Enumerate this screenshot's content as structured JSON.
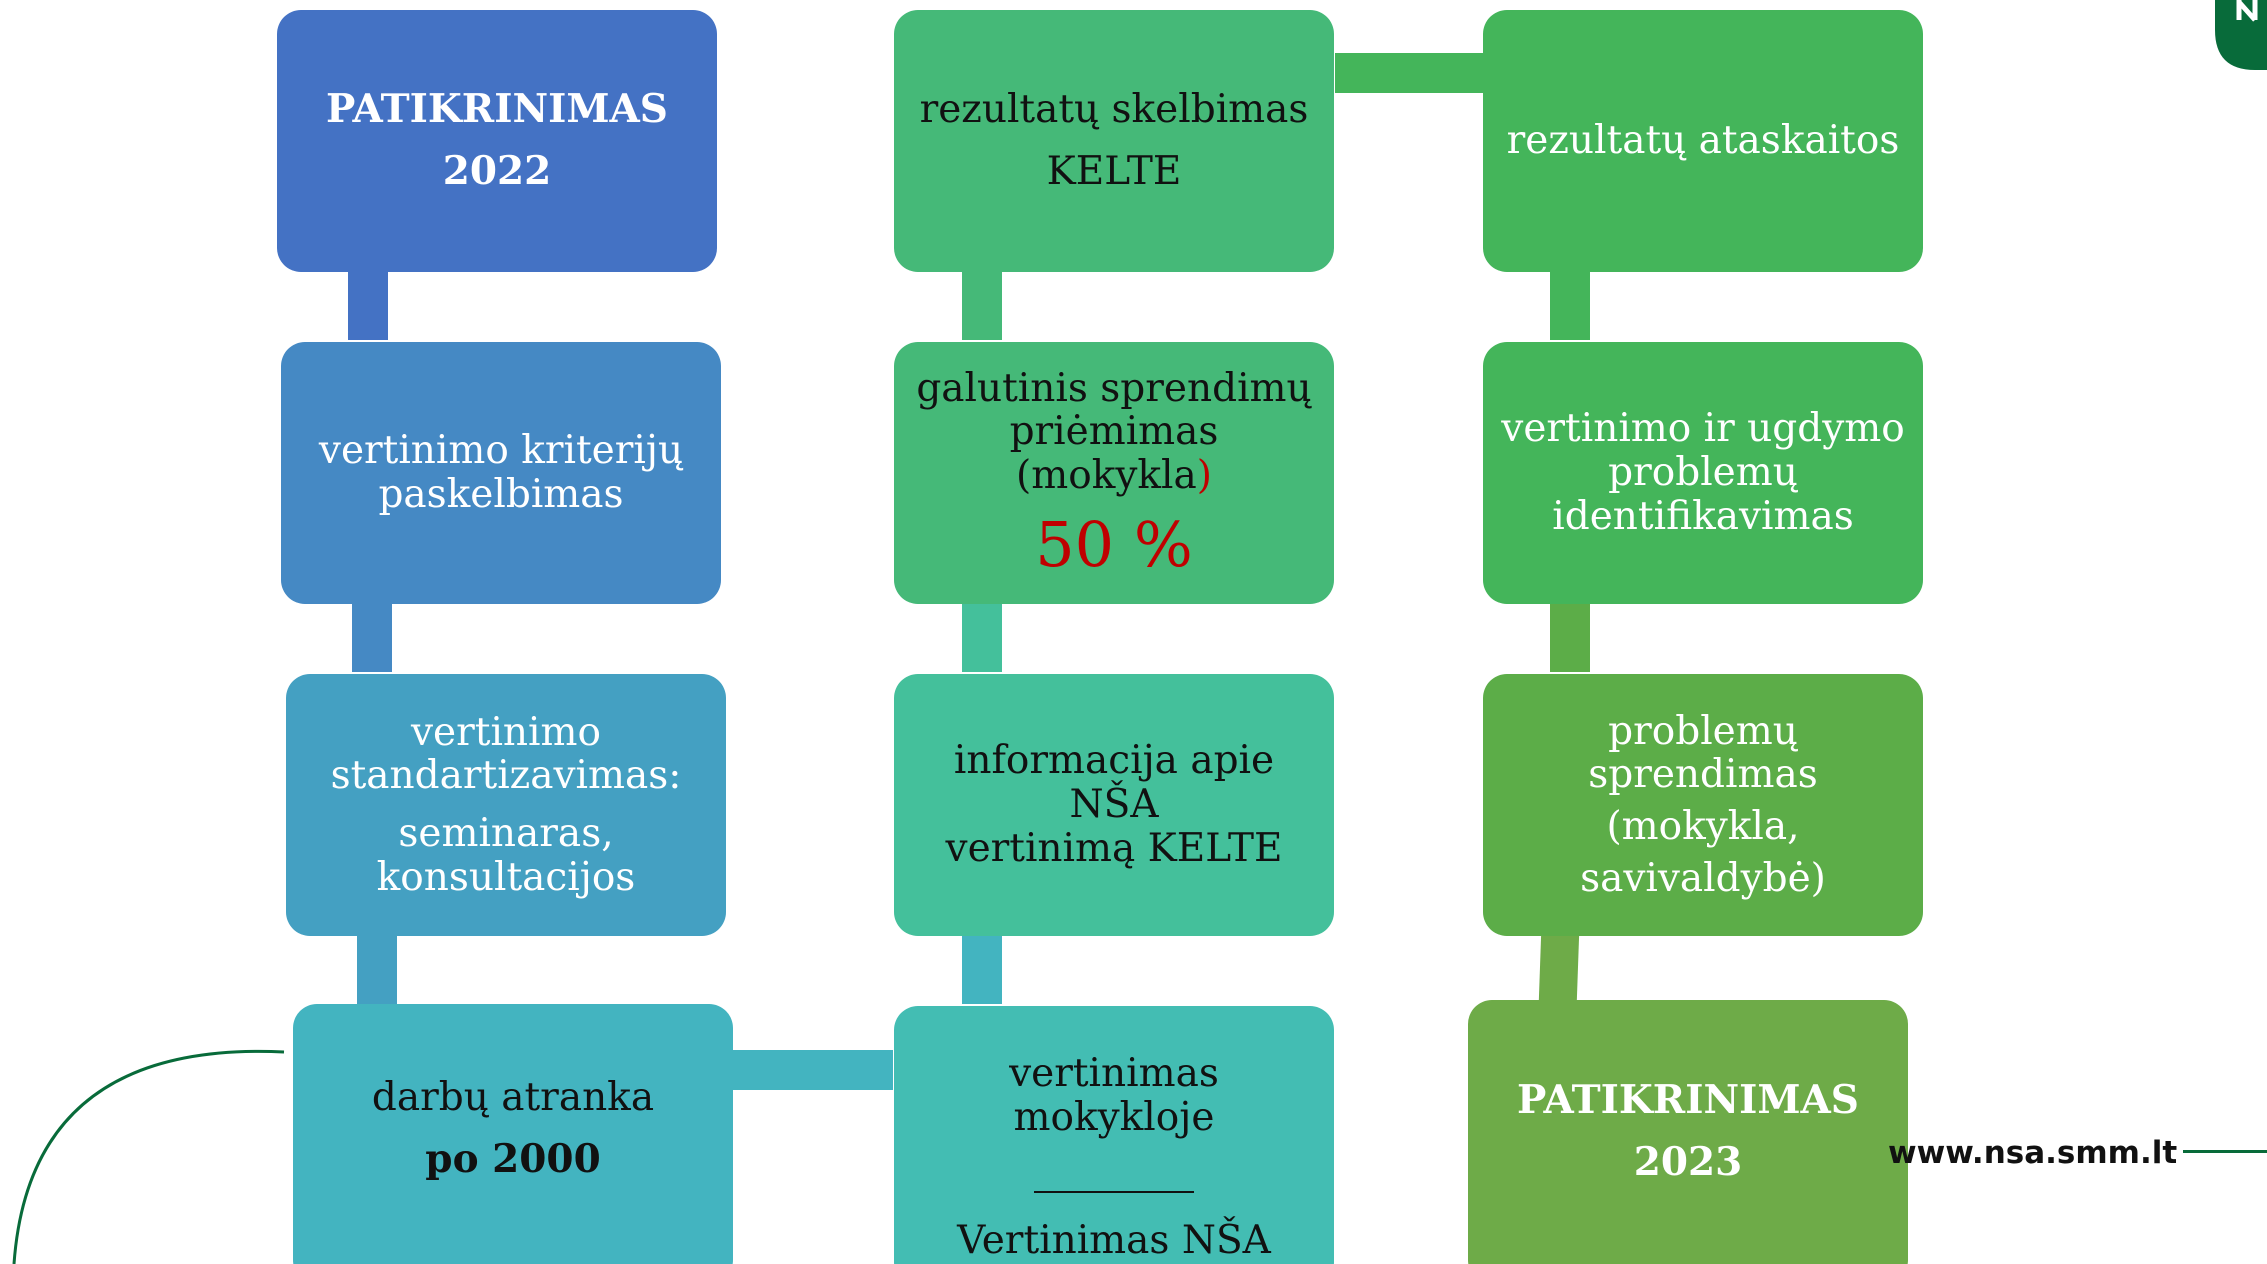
{
  "url": "www.nsa.smm.lt",
  "colors": {
    "blue_dark": "#4472c4",
    "blue_mid": "#4589c4",
    "blue_teal": "#44a0c2",
    "teal": "#43b4c0",
    "teal_green": "#44c09b",
    "green_mid": "#45b978",
    "green": "#44b55a",
    "green_light": "#5cad48",
    "olive_green": "#6eab48",
    "accent_red": "#c00000",
    "brand_green": "#086b3a"
  },
  "column1": {
    "box1": {
      "line1": "PATIKRINIMAS",
      "line2": "2022"
    },
    "box2": {
      "line1": "vertinimo kriterijų",
      "line2": "paskelbimas"
    },
    "box3": {
      "line1": "vertinimo",
      "line2": "standartizavimas:",
      "line3": "seminaras,",
      "line4": "konsultacijos"
    },
    "box4": {
      "line1": "darbų atranka",
      "line2": "po 2000"
    }
  },
  "column2": {
    "box1": {
      "line1": "rezultatų skelbimas",
      "line2": "KELTE"
    },
    "box2": {
      "line1": "galutinis sprendimų",
      "line2": "priėmimas (mokykla",
      "line2_end": ")",
      "highlight": "50 %"
    },
    "box3": {
      "line1": "informacija apie NŠA",
      "line2": "vertinimą KELTE"
    },
    "box4": {
      "line1": "vertinimas mokykloje",
      "line2": "Vertinimas NŠA"
    }
  },
  "column3": {
    "box1": {
      "line1": "rezultatų ataskaitos"
    },
    "box2": {
      "line1": "vertinimo ir ugdymo",
      "line2": "problemų",
      "line3": "identifikavimas"
    },
    "box3": {
      "line1": "problemų sprendimas",
      "line2": "(mokykla,",
      "line3": "savivaldybė)"
    },
    "box4": {
      "line1": "PATIKRINIMAS",
      "line2": "2023"
    }
  }
}
